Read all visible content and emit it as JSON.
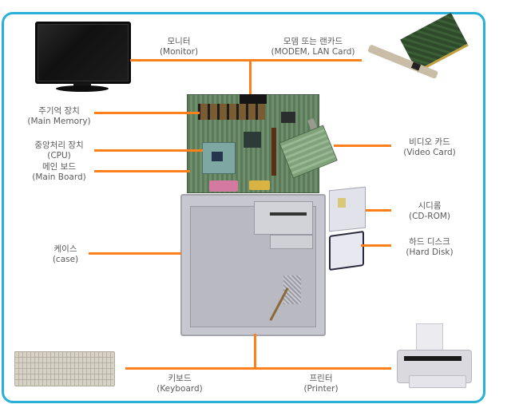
{
  "diagram": {
    "title": "",
    "line_color": "#ff7f1a",
    "frame_color": "#29b0d8",
    "components": {
      "monitor": {
        "ko": "모니터",
        "en": "(Monitor)",
        "icon": "monitor-icon"
      },
      "modem_lan": {
        "ko": "모뎀 또는 랜카드",
        "en": "(MODEM, LAN Card)",
        "icon": "network-card-icon"
      },
      "main_memory": {
        "ko": "주기억 장치",
        "en": "(Main Memory)",
        "icon": "ram-icon"
      },
      "cpu": {
        "ko": "중앙처리 장치",
        "en": "(CPU)",
        "icon": "cpu-icon"
      },
      "main_board": {
        "ko": "메인 보드",
        "en": "(Main Board)",
        "icon": "motherboard-icon"
      },
      "video_card": {
        "ko": "비디오 카드",
        "en": "(Video Card)",
        "icon": "video-card-icon"
      },
      "cdrom": {
        "ko": "시디롬",
        "en": "(CD-ROM)",
        "icon": "cdrom-icon"
      },
      "hard_disk": {
        "ko": "하드 디스크",
        "en": "(Hard Disk)",
        "icon": "hard-disk-icon"
      },
      "case": {
        "ko": "케이스",
        "en": "(case)",
        "icon": "pc-case-icon"
      },
      "keyboard": {
        "ko": "키보드",
        "en": "(Keyboard)",
        "icon": "keyboard-icon"
      },
      "printer": {
        "ko": "프린터",
        "en": "(Printer)",
        "icon": "printer-icon"
      }
    }
  }
}
